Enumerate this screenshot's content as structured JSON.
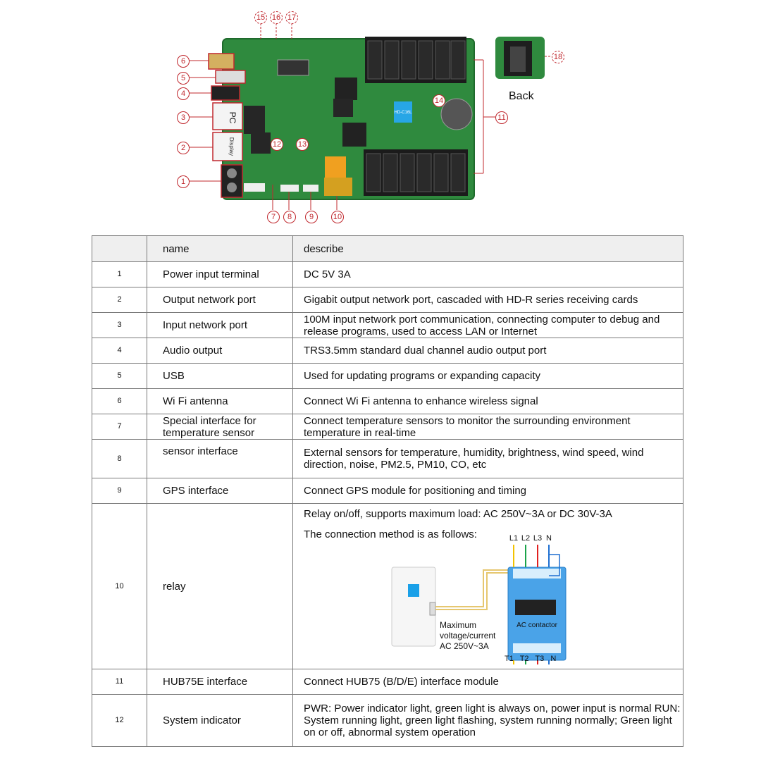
{
  "board": {
    "back_label": "Back",
    "chip_labels": [
      "HD-C16L",
      "PC",
      "Display"
    ],
    "callouts": [
      "1",
      "2",
      "3",
      "4",
      "5",
      "6",
      "7",
      "8",
      "9",
      "10",
      "11",
      "12",
      "13",
      "14",
      "15",
      "16",
      "17",
      "18"
    ]
  },
  "table": {
    "headers": {
      "num": "",
      "name": "name",
      "describe": "describe"
    },
    "rows": [
      {
        "num": "1",
        "name": "Power input terminal",
        "describe": "DC 5V 3A"
      },
      {
        "num": "2",
        "name": "Output network port",
        "describe": "Gigabit output network port, cascaded with HD-R series receiving cards"
      },
      {
        "num": "3",
        "name": "Input network port",
        "describe": "100M input network port communication, connecting computer to debug and release programs, used to access LAN or Internet"
      },
      {
        "num": "4",
        "name": "Audio output",
        "describe": "TRS3.5mm standard dual channel audio output port"
      },
      {
        "num": "5",
        "name": "USB",
        "describe": "Used for updating programs or expanding capacity"
      },
      {
        "num": "6",
        "name": "Wi Fi antenna",
        "describe": "Connect Wi Fi antenna to enhance wireless signal"
      },
      {
        "num": "7",
        "name": "Special interface for temperature sensor",
        "describe": "Connect temperature sensors to monitor the surrounding environment temperature in real-time"
      },
      {
        "num": "8",
        "name": "sensor interface",
        "describe": "External sensors for temperature, humidity, brightness, wind speed, wind direction, noise, PM2.5, PM10, CO, etc"
      },
      {
        "num": "9",
        "name": "GPS interface",
        "describe": "Connect GPS module for positioning and timing"
      },
      {
        "num": "10",
        "name": "relay",
        "describe": "Relay on/off, supports maximum load: AC 250V~3A or DC 30V-3A",
        "describe2": "The connection method is as follows:"
      },
      {
        "num": "11",
        "name": "HUB75E interface",
        "describe": "Connect HUB75 (B/D/E) interface module"
      },
      {
        "num": "12",
        "name": "System indicator",
        "describe": "PWR: Power indicator light, green light is always on, power input is normal RUN: System running light, green light flashing, system running normally; Green light on or off, abnormal system operation"
      }
    ]
  },
  "wiring": {
    "top_labels": [
      "L1",
      "L2",
      "L3",
      "N"
    ],
    "bottom_labels": [
      "T1",
      "T2",
      "T3",
      "N"
    ],
    "contactor_label": "AC contactor",
    "max_label_lines": [
      "Maximum",
      "voltage/current",
      "AC 250V~3A"
    ],
    "wire_colors": [
      "#f2c200",
      "#1aa34a",
      "#e0201f",
      "#1e6fd1"
    ]
  }
}
